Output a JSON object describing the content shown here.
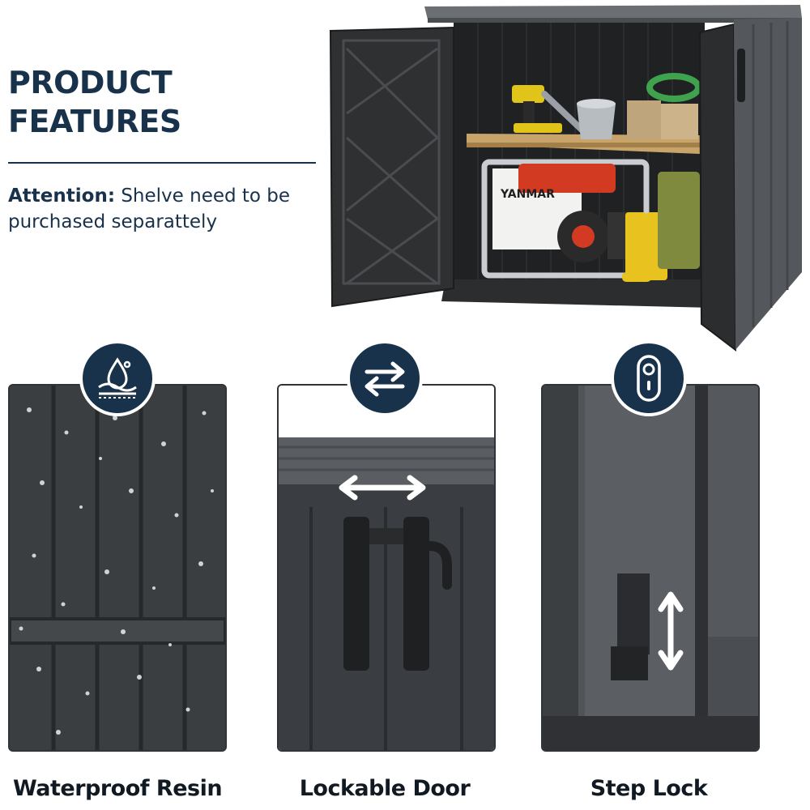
{
  "header": {
    "title_line1": "PRODUCT",
    "title_line2": "FEATURES",
    "attention_label": "Attention:",
    "attention_text": " Shelve need to be purchased separattely"
  },
  "product_labels": {
    "generator_brand": "YANMAR"
  },
  "features": [
    {
      "label": "Waterproof Resin",
      "icon": "waterproof-drop-icon"
    },
    {
      "label": "Lockable Door",
      "icon": "swap-arrows-icon"
    },
    {
      "label": "Step Lock",
      "icon": "step-lock-icon"
    }
  ],
  "colors": {
    "navy": "#17324a",
    "cabinet": "#3a3d40",
    "shelf_wood": "#c9a46a",
    "generator_red": "#d33a22",
    "boots_yellow": "#e8c21f"
  }
}
